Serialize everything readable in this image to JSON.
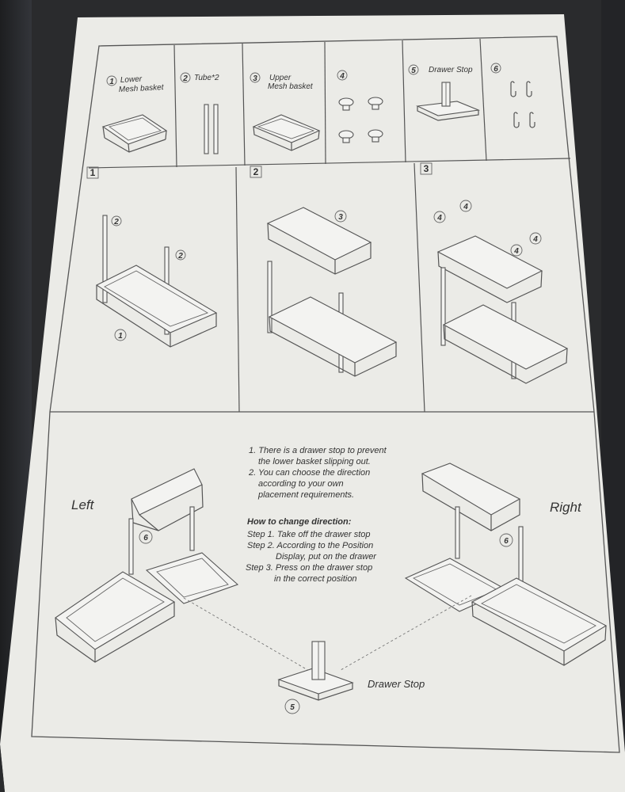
{
  "parts": [
    {
      "num": "1",
      "label_line1": "Lower",
      "label_line2": "Mesh basket"
    },
    {
      "num": "2",
      "label_line1": "Tube*2",
      "label_line2": ""
    },
    {
      "num": "3",
      "label_line1": "Upper",
      "label_line2": "Mesh basket"
    },
    {
      "num": "4",
      "label_line1": "",
      "label_line2": ""
    },
    {
      "num": "5",
      "label_line1": "Drawer Stop",
      "label_line2": ""
    },
    {
      "num": "6",
      "label_line1": "",
      "label_line2": ""
    }
  ],
  "steps": [
    {
      "num": "1",
      "callouts": [
        "2",
        "2",
        "1"
      ]
    },
    {
      "num": "2",
      "callouts": [
        "3"
      ]
    },
    {
      "num": "3",
      "callouts": [
        "4",
        "4",
        "4",
        "4"
      ]
    }
  ],
  "notes": {
    "n1_l1": "1. There is a drawer stop to prevent",
    "n1_l2": "the lower basket slipping out.",
    "n2_l1": "2. You can choose the direction",
    "n2_l2": "according to your own",
    "n2_l3": "placement requirements.",
    "how_title": "How to change direction:",
    "s1": "Step 1. Take off the drawer stop",
    "s2_l1": "Step 2. According to the Position",
    "s2_l2": "Display, put on the drawer",
    "s3_l1": "Step 3. Press on the drawer stop",
    "s3_l2": "in the correct position"
  },
  "bottom": {
    "left_label": "Left",
    "right_label": "Right",
    "left_callout": "6",
    "right_callout": "6",
    "drawer_stop_label": "Drawer Stop",
    "drawer_stop_callout": "5"
  }
}
